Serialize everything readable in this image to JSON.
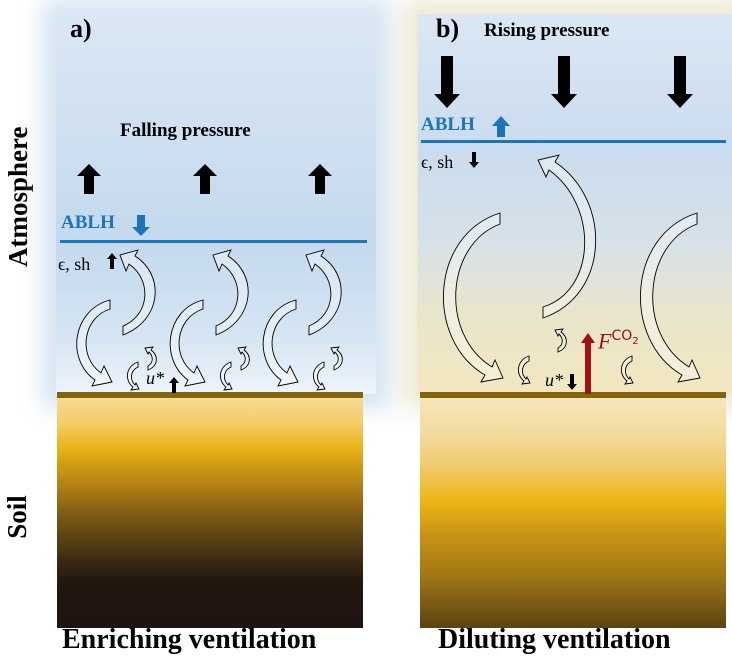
{
  "side_labels": {
    "atmosphere": "Atmosphere",
    "soil": "Soil"
  },
  "panels": [
    {
      "id": "a",
      "label": "a)",
      "pressure_text": "Falling pressure",
      "pressure_arrow_direction": "up",
      "ablh_label": "ABLH",
      "ablh_arrow_direction": "down",
      "turbulence_label": "ϵ, sh",
      "turbulence_arrow_direction": "up",
      "ustar_label": "u*",
      "ustar_arrow_direction": "up",
      "caption": "Enriching ventilation"
    },
    {
      "id": "b",
      "label": "b)",
      "pressure_text": "Rising pressure",
      "pressure_arrow_direction": "down",
      "ablh_label": "ABLH",
      "ablh_arrow_direction": "up",
      "turbulence_label": "ϵ, sh",
      "turbulence_arrow_direction": "down",
      "ustar_label": "u*",
      "ustar_arrow_direction": "down",
      "flux_label": "F",
      "flux_superscript": "CO",
      "flux_subscript": "2",
      "caption": "Diluting ventilation"
    }
  ],
  "colors": {
    "ablh": "#1c75bc",
    "flux": "#a50e12",
    "ground": "#85650a",
    "arrow": "#000000"
  }
}
